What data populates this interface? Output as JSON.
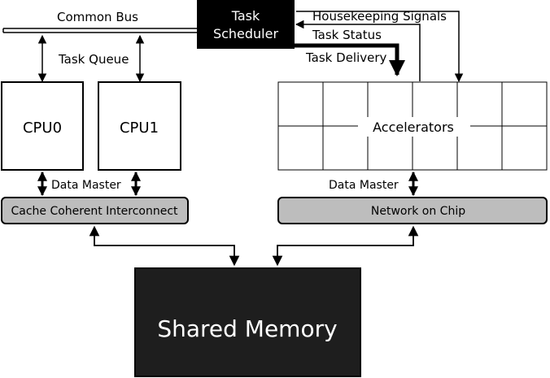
{
  "labels": {
    "common_bus": "Common Bus",
    "task_scheduler_line1": "Task",
    "task_scheduler_line2": "Scheduler",
    "housekeeping_signals": "Housekeeping Signals",
    "task_status": "Task Status",
    "task_delivery": "Task Delivery",
    "task_queue": "Task Queue",
    "cpu0": "CPU0",
    "cpu1": "CPU1",
    "accelerators": "Accelerators",
    "data_master_left": "Data Master",
    "data_master_right": "Data Master",
    "cache_coherent_interconnect": "Cache Coherent Interconnect",
    "network_on_chip": "Network on Chip",
    "shared_memory": "Shared Memory"
  },
  "colors": {
    "scheduler_fill": "#000000",
    "memory_fill": "#1e1e1e",
    "interconnect_fill": "#bdbdbd",
    "stroke": "#000000",
    "text_on_dark": "#ffffff"
  }
}
